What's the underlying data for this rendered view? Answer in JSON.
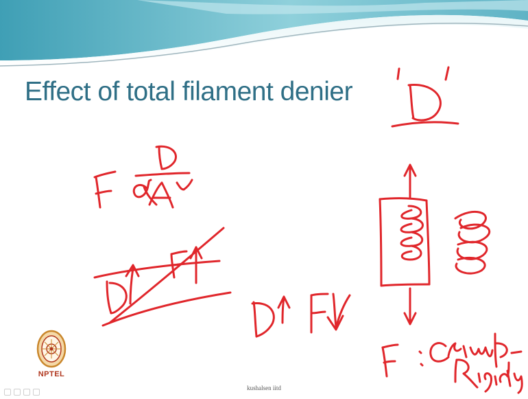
{
  "slide": {
    "title": "Effect of total filament denier",
    "footer": "kushalsen iitd"
  },
  "logo": {
    "name": "nptel-logo",
    "label": "NPTEL"
  },
  "colors": {
    "title": "#2f6f86",
    "ink": "#e0262b",
    "header_wave_light": "#d6eef2",
    "header_wave_mid": "#7cc6d2",
    "header_wave_dark": "#2d8ea5"
  }
}
